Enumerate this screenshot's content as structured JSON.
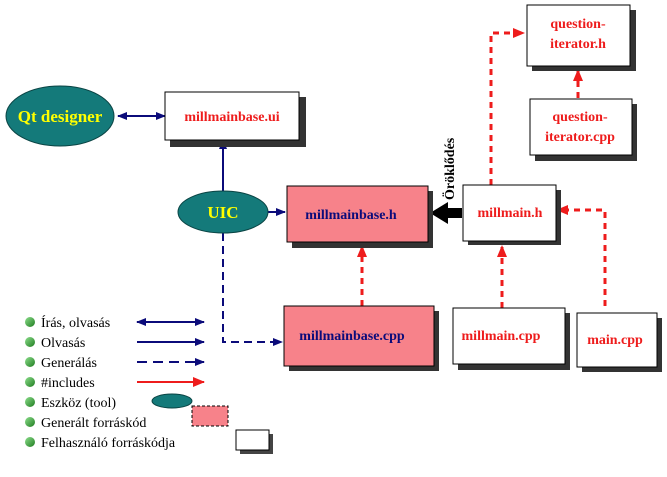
{
  "nodes": {
    "qt_designer": "Qt designer",
    "uic": "UIC",
    "millmainbase_ui": "millmainbase.ui",
    "millmainbase_h": "millmainbase.h",
    "millmainbase_cpp": "millmainbase.cpp",
    "millmain_h": "millmain.h",
    "millmain_cpp": "millmain.cpp",
    "main_cpp": "main.cpp",
    "question_iterator_h_line1": "question-",
    "question_iterator_h_line2": "iterator.h",
    "question_iterator_cpp_line1": "question-",
    "question_iterator_cpp_line2": "iterator.cpp"
  },
  "inheritance_label": "Öröklődés",
  "legend": [
    {
      "label": "Írás, olvasás",
      "type": "read-write-arrow"
    },
    {
      "label": "Olvasás",
      "type": "read-arrow"
    },
    {
      "label": "Generálás",
      "type": "generate-arrow"
    },
    {
      "label": "#includes",
      "type": "include-arrow"
    },
    {
      "label": "Eszköz (tool)",
      "type": "tool-ellipse"
    },
    {
      "label": "Generált forráskód",
      "type": "generated-box"
    },
    {
      "label": "Felhasználó forráskódja",
      "type": "user-box"
    }
  ],
  "colors": {
    "tool_fill": "#147a7a",
    "tool_text": "#ffff00",
    "generated_fill": "#f7828a",
    "user_fill": "#ffffff",
    "navy": "#0b0b7a",
    "red": "#ee1c1c",
    "bullet": "#2e9d2e"
  }
}
